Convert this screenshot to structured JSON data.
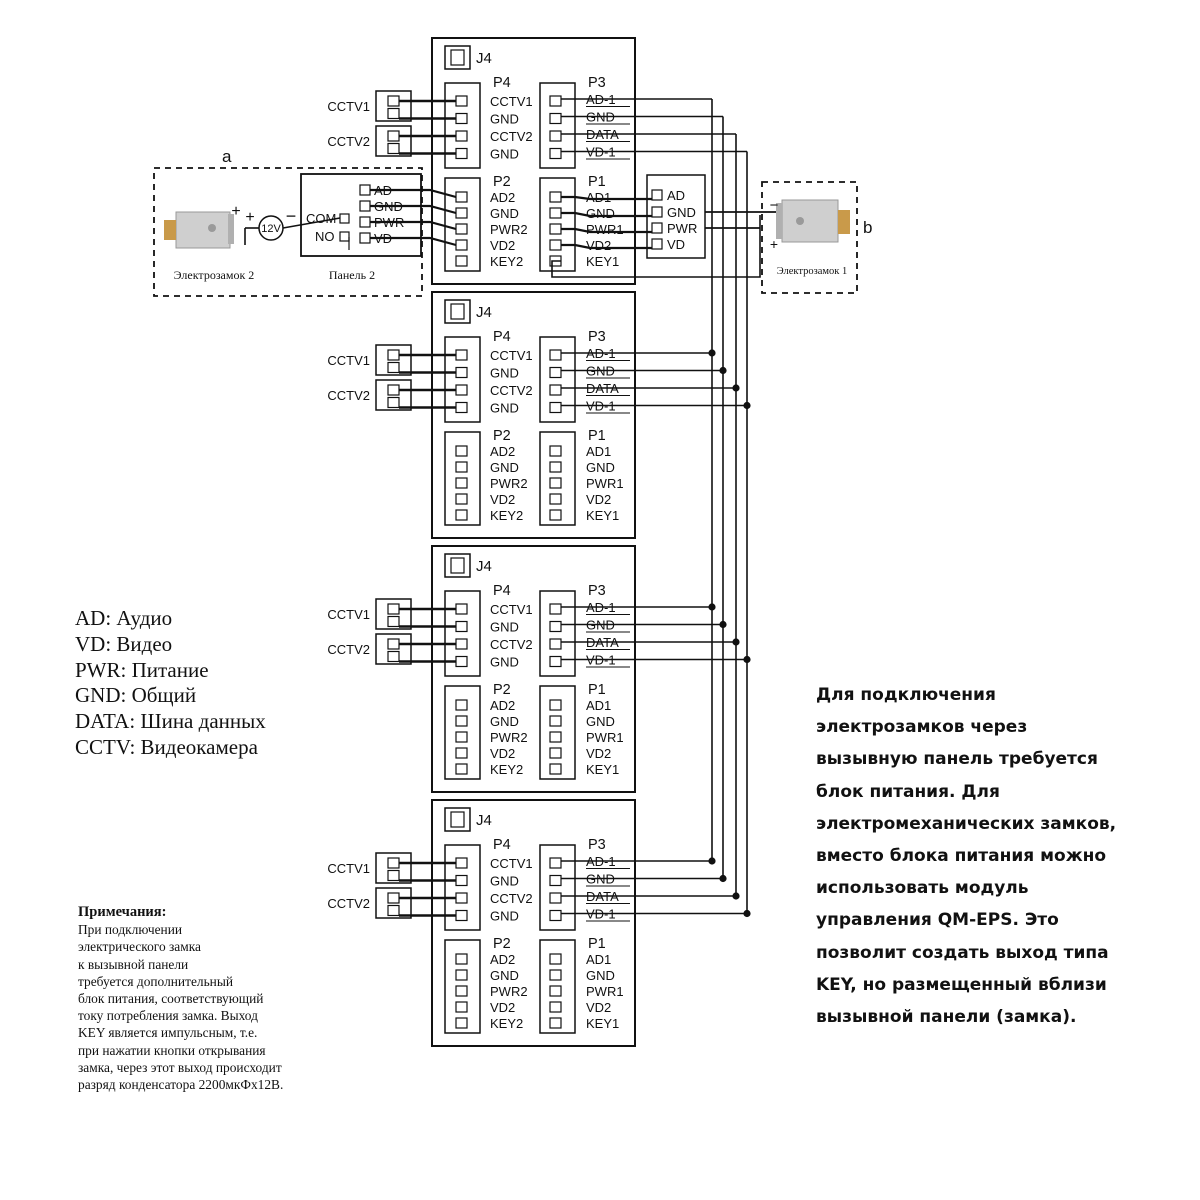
{
  "blocks": {
    "j4": "J4",
    "p1": "P1",
    "p2": "P2",
    "p3": "P3",
    "p4": "P4",
    "p4_pins": [
      "CCTV1",
      "GND",
      "CCTV2",
      "GND"
    ],
    "p3_pins": [
      "AD-1",
      "GND",
      "DATA",
      "VD-1"
    ],
    "p2_pins": [
      "AD2",
      "GND",
      "PWR2",
      "VD2",
      "KEY2"
    ],
    "p1_pins": [
      "AD1",
      "GND",
      "PWR1",
      "VD2",
      "KEY1"
    ]
  },
  "cctv": [
    "CCTV1",
    "CCTV2"
  ],
  "panel2": {
    "title": "Панель 2",
    "pins": [
      "AD",
      "GND",
      "PWR",
      "VD"
    ],
    "com": "COM",
    "no": "NO"
  },
  "panel1": {
    "pins": [
      "AD",
      "GND",
      "PWR",
      "VD"
    ]
  },
  "lock2": {
    "title": "Электрозамок 2"
  },
  "lock1": {
    "title": "Электрозамок 1"
  },
  "psu": {
    "label": "12V"
  },
  "labels": {
    "a": "a",
    "b": "b",
    "plus": "+",
    "minus": "−"
  },
  "legend": [
    "AD: Аудио",
    "VD: Видео",
    "PWR: Питание",
    "GND: Общий",
    "DATA: Шина данных",
    "CCTV: Видеокамера"
  ],
  "notes": {
    "title": "Примечания:",
    "lines": [
      "При подключении",
      "электрического замка",
      "к вызывной панели",
      "требуется дополнительный",
      "блок питания, соответствующий",
      "току потребления замка. Выход",
      "KEY является импульсным, т.е.",
      "при нажатии кнопки открывания",
      "замка, через этот выход происходит",
      "разряд конденсатора 2200мкФх12В."
    ]
  },
  "right_note": [
    "Для подключения",
    "электрозамков через",
    "вызывную панель требуется",
    "блок питания. Для",
    "электромеханических замков,",
    "вместо блока питания можно",
    "использовать модуль",
    "управления QM-EPS. Это",
    "позволит создать выход типа",
    "KEY, но размещенный вблизи",
    "вызывной панели (замка)."
  ]
}
